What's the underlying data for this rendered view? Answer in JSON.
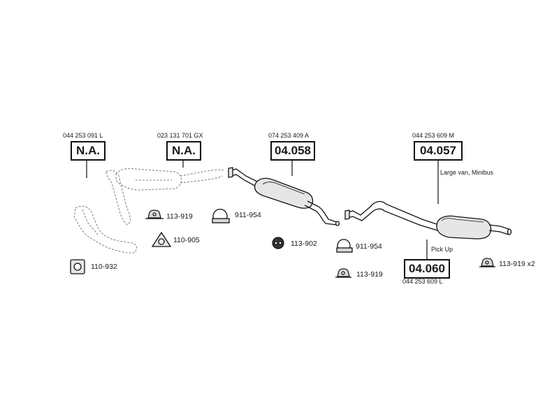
{
  "assemblies": [
    {
      "oem": "044 253 091 L",
      "code": "N.A."
    },
    {
      "oem": "023 131 701 GX",
      "code": "N.A."
    },
    {
      "oem": "074 253 409 A",
      "code": "04.058"
    },
    {
      "oem": "044 253 609 M",
      "code": "04.057",
      "note": "Large van, Minibus"
    },
    {
      "oem": "044 253 609 L",
      "code": "04.060",
      "note": "Pick Up"
    }
  ],
  "parts": [
    {
      "label": "113-919",
      "icon": "hanger-icon"
    },
    {
      "label": "911-954",
      "icon": "clamp-icon"
    },
    {
      "label": "110-905",
      "icon": "gasket-triangle-icon"
    },
    {
      "label": "110-932",
      "icon": "gasket-square-icon"
    },
    {
      "label": "113-902",
      "icon": "rubber-mount-icon"
    },
    {
      "label": "911-954",
      "icon": "clamp-icon"
    },
    {
      "label": "113-919",
      "icon": "hanger-icon"
    },
    {
      "label": "113-919 x2",
      "icon": "hanger-icon"
    }
  ],
  "colors": {
    "line": "#111111",
    "fill": "#e6e6e6",
    "dashed": "#888888"
  }
}
